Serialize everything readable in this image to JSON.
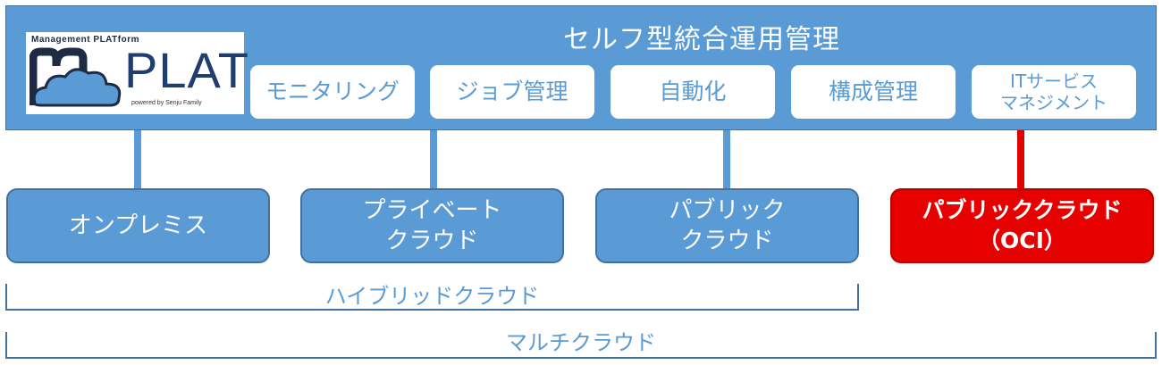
{
  "banner": {
    "title": "セルフ型統合運用管理",
    "logo": {
      "top_text": "Management PLATform",
      "main_text": "PLAT",
      "powered_text": "powered by Senju Family"
    },
    "functions": [
      {
        "label": "モニタリング"
      },
      {
        "label": "ジョブ管理"
      },
      {
        "label": "自動化"
      },
      {
        "label": "構成管理"
      },
      {
        "label": "ITサービス\nマネジメント"
      }
    ]
  },
  "environments": [
    {
      "label": "オンプレミス"
    },
    {
      "label": "プライベート\nクラウド"
    },
    {
      "label": "パブリック\nクラウド"
    },
    {
      "label": "パブリッククラウド\n（OCI）"
    }
  ],
  "brackets": {
    "hybrid": "ハイブリッドクラウド",
    "multi": "マルチクラウド"
  },
  "colors": {
    "primary_blue": "#5b9bd5",
    "border_blue": "#41719c",
    "highlight_red": "#e60000"
  }
}
